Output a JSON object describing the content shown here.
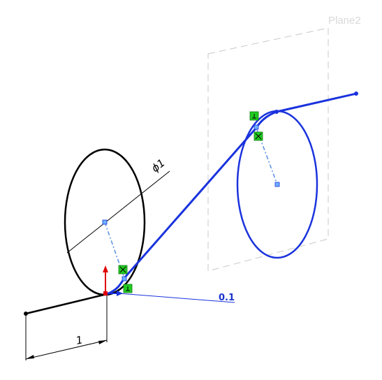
{
  "viewport": {
    "plane_label": "Plane2",
    "dimensions": {
      "diameter_label": "ϕ1",
      "distance_label": "0.1",
      "length_label": "1"
    }
  },
  "colors": {
    "sketch_black": "#000000",
    "sketch_blue": "#1a33dd",
    "plane_outline": "#bfbfbf",
    "construction_line": "#5a8fe0",
    "relation_badge": "#22cc22",
    "origin_y_axis": "#e00000",
    "point_fill": "#6fb0ff"
  },
  "icons": [
    "coincident-relation-icon",
    "tangent-relation-icon",
    "origin-icon"
  ]
}
